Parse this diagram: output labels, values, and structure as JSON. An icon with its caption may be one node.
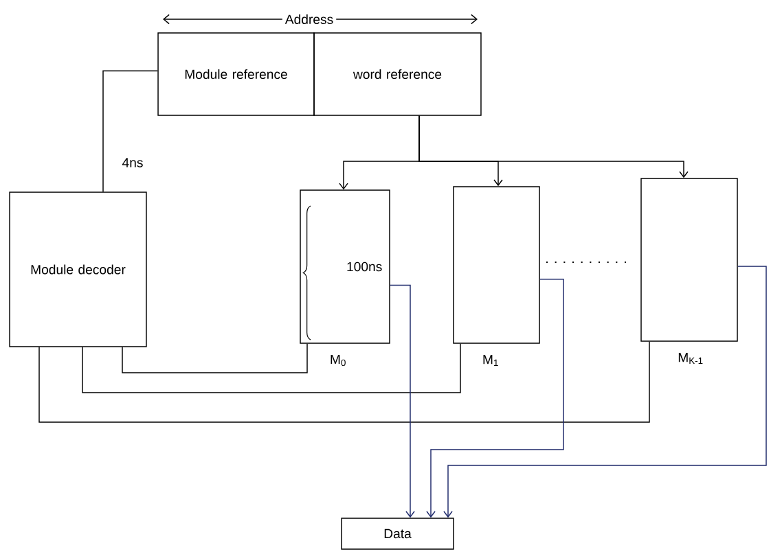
{
  "diagram": {
    "nodes": [
      {
        "text": [
          "Module reference"
        ]
      },
      {
        "text": [
          "word reference"
        ]
      },
      {
        "text": [
          "Module decoder"
        ]
      },
      {
        "text": [
          "100ns"
        ],
        "beside": [
          "M$_{0}$"
        ]
      },
      {
        "text": [],
        "shape": "box",
        "beside": [
          "M$_{1}$"
        ]
      },
      {
        "text": [],
        "shape": "box",
        "beside": [
          "M$_{K-1}$"
        ]
      },
      {
        "text": [
          "Data"
        ]
      }
    ],
    "edges": [
      {
        "from": 0,
        "to": 2,
        "arrow": "none",
        "label": "4ns"
      },
      {
        "from": 1,
        "to": 3,
        "arrow": "to"
      },
      {
        "from": 1,
        "to": 4,
        "arrow": "to"
      },
      {
        "from": 1,
        "to": 5,
        "arrow": "to"
      },
      {
        "from": 2,
        "to": 3,
        "arrow": "none"
      },
      {
        "from": 2,
        "to": 4,
        "arrow": "none"
      },
      {
        "from": 2,
        "to": 5,
        "arrow": "none"
      },
      {
        "from": 3,
        "to": 6,
        "arrow": "to",
        "color": "#1f2a6b"
      },
      {
        "from": 4,
        "to": 6,
        "arrow": "to",
        "color": "#1f2a6b"
      },
      {
        "from": 5,
        "to": 6,
        "arrow": "to",
        "color": "#1f2a6b"
      }
    ],
    "labels": [
      "Address"
    ]
  }
}
